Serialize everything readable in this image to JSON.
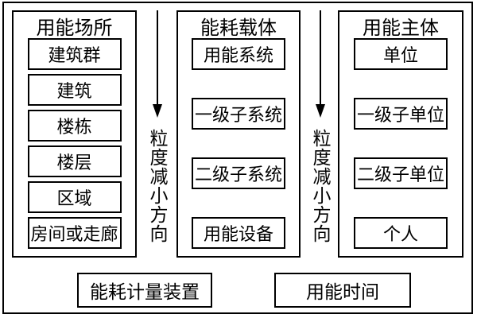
{
  "canvas": {
    "background": "#ffffff",
    "line_color": "#000000",
    "text_color": "#000000"
  },
  "columns": [
    {
      "header": "用能场所",
      "items": [
        "建筑群",
        "建筑",
        "楼栋",
        "楼层",
        "区域",
        "房间或走廊"
      ]
    },
    {
      "header": "能耗载体",
      "items": [
        "用能系统",
        "一级子系统",
        "二级子系统",
        "用能设备"
      ]
    },
    {
      "header": "用能主体",
      "items": [
        "单位",
        "一级子单位",
        "二级子单位",
        "个人"
      ]
    }
  ],
  "direction_arrows": [
    {
      "label": "粒度减小方向"
    },
    {
      "label": "粒度减小方向"
    }
  ],
  "bottom_boxes": [
    {
      "label": "能耗计量装置"
    },
    {
      "label": "用能时间"
    }
  ]
}
